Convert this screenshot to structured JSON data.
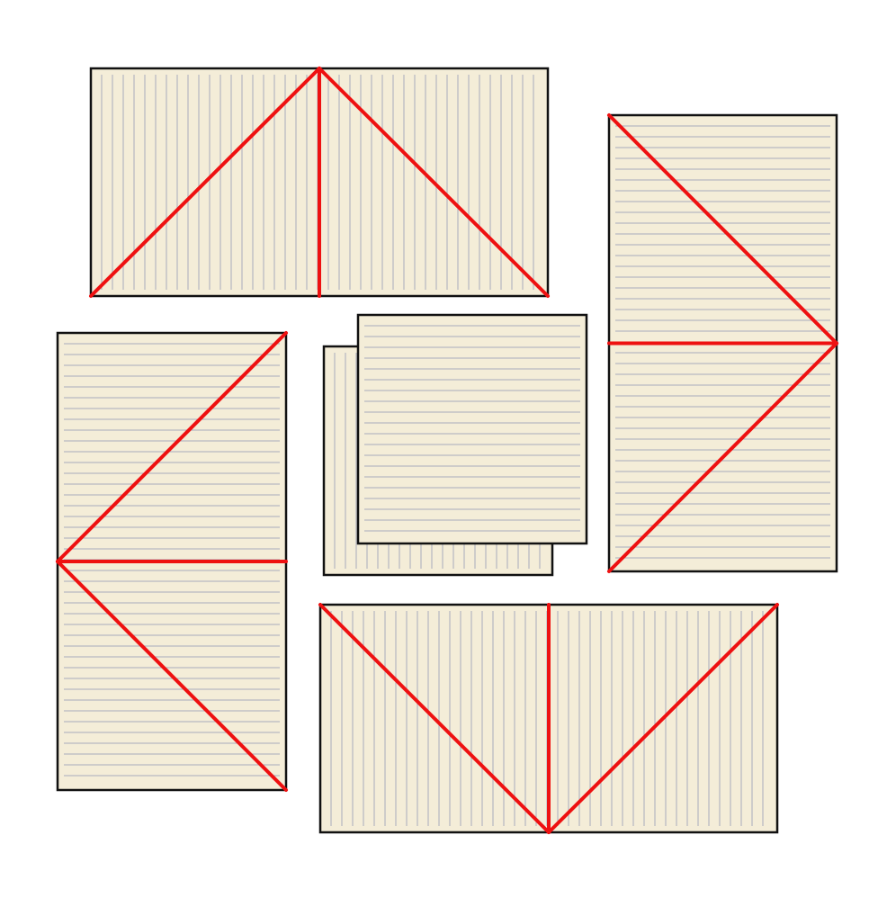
{
  "colors": {
    "panel_fill": "#f4edd8",
    "panel_border": "#111111",
    "ruling_line": "#a7abbb",
    "fold_line": "#ee1111",
    "background": "#ffffff"
  },
  "panels": [
    {
      "id": "top",
      "ruling": "vertical",
      "fold": "peak-top"
    },
    {
      "id": "right",
      "ruling": "horizontal",
      "fold": "peak-right"
    },
    {
      "id": "left",
      "ruling": "horizontal",
      "fold": "peak-left"
    },
    {
      "id": "bottom",
      "ruling": "vertical",
      "fold": "peak-bottom"
    },
    {
      "id": "center-back",
      "ruling": "vertical",
      "fold": "none"
    },
    {
      "id": "center-front",
      "ruling": "horizontal",
      "fold": "none"
    }
  ]
}
